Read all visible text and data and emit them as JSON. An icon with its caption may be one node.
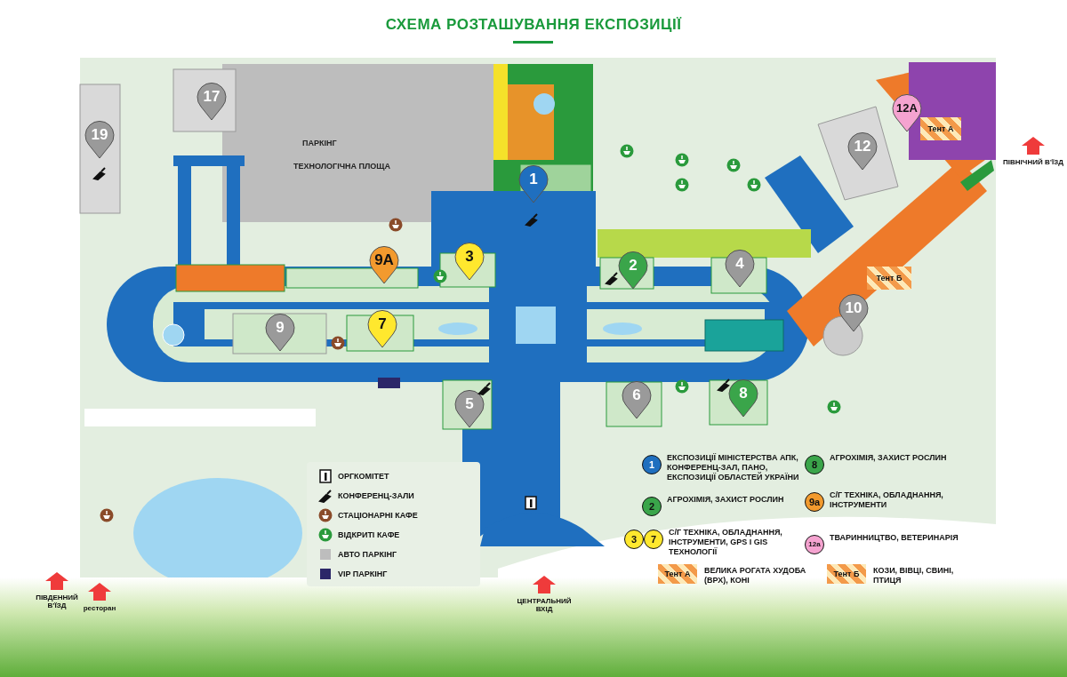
{
  "diagram": {
    "title": "СХЕМА РОЗТАШУВАННЯ ЕКСПОЗИЦІЇ",
    "nodes": [
      {
        "text": [
          "17"
        ]
      },
      {
        "text": [
          "ПАРКІНГ",
          "ТЕХНОЛОГІЧНА ПЛОЩА"
        ]
      },
      {
        "text": [
          "19"
        ]
      },
      {
        "text": [
          "12A"
        ]
      },
      {
        "text": [
          "Тент А"
        ]
      },
      {
        "text": [
          "12"
        ]
      },
      {
        "text": [
          "1"
        ]
      },
      {
        "text": [
          "9A"
        ]
      },
      {
        "text": [
          "3"
        ]
      },
      {
        "text": [
          "2"
        ]
      },
      {
        "text": [
          "4"
        ]
      },
      {
        "text": [
          "Тент Б"
        ]
      },
      {
        "text": [
          "10"
        ]
      },
      {
        "text": [
          "9"
        ]
      },
      {
        "text": [
          "7"
        ]
      },
      {
        "text": [
          "6"
        ]
      },
      {
        "text": [
          "8"
        ]
      },
      {
        "text": [
          "5"
        ]
      }
    ],
    "labels": [
      "ПІВНІЧНИЙ В’ЇЗД",
      "1",
      "8",
      "2",
      "9a",
      "3",
      "7",
      "12a",
      "Тент А",
      "Тент Б",
      "ПІВДЕННИЙ В’ЇЗД",
      "ресторан",
      "ЦЕНТРАЛЬНИЙ ВХІД"
    ],
    "legend": [
      {
        "text": "ОРГКОМІТЕТ"
      },
      {
        "text": "КОНФЕРЕНЦ-ЗАЛИ"
      },
      {
        "text": "СТАЦІОНАРНІ КАФЕ"
      },
      {
        "text": "ВІДКРИТІ КАФЕ"
      },
      {
        "text": "АВТО ПАРКІНГ",
        "color": "#bdbdbd"
      },
      {
        "text": "VIP ПАРКІНГ",
        "color": "#2b2768"
      },
      {
        "text": "ЕКСПОЗИЦІЇ МІНІСТЕРСТВА АПК, КОНФЕРЕНЦ-ЗАЛ, ПАНО, ЕКСПОЗИЦІЇ ОБЛАСТЕЙ УКРАЇНИ",
        "color": "#1f6fbf"
      },
      {
        "text": "АГРОХІМІЯ, ЗАХИСТ РОСЛИН",
        "color": "#3aa54a"
      },
      {
        "text": "АГРОХІМІЯ, ЗАХИСТ РОСЛИН",
        "color": "#3aa54a"
      },
      {
        "text": "С/Г ТЕХНІКА, ОБЛАДНАННЯ, ІНСТРУМЕНТИ",
        "color": "#f29a2e"
      },
      {
        "text": "С/Г ТЕХНІКА, ОБЛАДНАННЯ, ІНСТРУМЕНТИ, GPS І GIS ТЕХНОЛОГІЇ",
        "color": "#ffe82e"
      },
      {
        "text": "ТВАРИННИЦТВО, ВЕТЕРИНАРІЯ",
        "color": "#f5a3d0"
      },
      {
        "text": "ВЕЛИКА РОГАТА ХУДОБА (ВРХ), КОНІ"
      },
      {
        "text": "КОЗИ, ВІВЦІ, СВИНІ, ПТИЦЯ"
      }
    ]
  }
}
